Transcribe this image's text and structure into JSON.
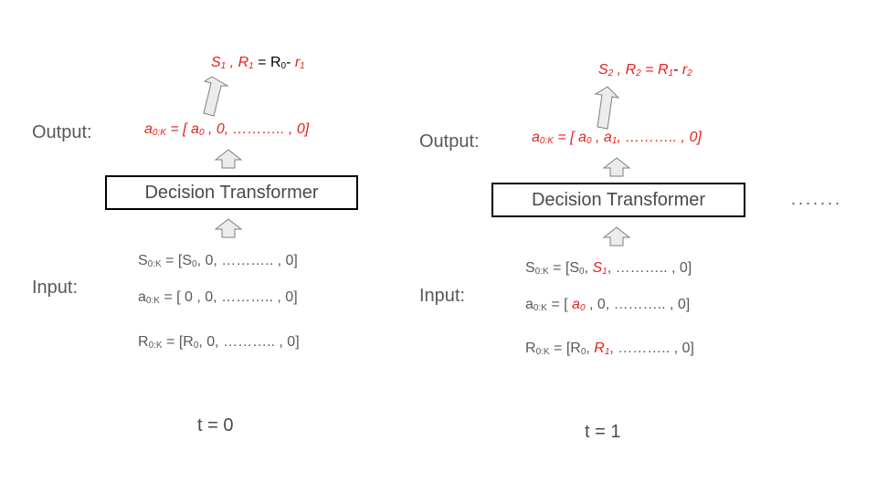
{
  "panels": [
    {
      "time_label": "t = 0",
      "output_label": "Output:",
      "input_label": "Input:",
      "box_label": "Decision Transformer",
      "top": {
        "s_main": "S",
        "s_sub": "1",
        "r_main": "R",
        "r_sub": "1",
        "eq": " = ",
        "r0_main": "R",
        "r0_sub": "0",
        "minus": "- ",
        "rr_main": "r",
        "rr_sub": "1"
      },
      "output": {
        "a_main": "a",
        "a_sub": "0:K",
        "eq": " = [ ",
        "a0_main": "a",
        "a0_sub": "0",
        "rest": " , 0, ……….. , 0]"
      },
      "inputs": {
        "s": {
          "main": "S",
          "sub": "0:K",
          "pre": " = [S",
          "pre_sub": "0",
          "mid_plain": ", 0, ",
          "rest": "……….. , 0]"
        },
        "a": {
          "main": "a",
          "sub": "0:K",
          "pre": " = [ 0 , 0, ",
          "rest": "……….. , 0]"
        },
        "r": {
          "main": "R",
          "sub": "0:K",
          "pre": " = [R",
          "pre_sub": "0",
          "mid_plain": ", 0, ",
          "rest": "……….. , 0]"
        }
      }
    },
    {
      "time_label": "t = 1",
      "output_label": "Output:",
      "input_label": "Input:",
      "box_label": "Decision Transformer",
      "top": {
        "s_main": "S",
        "s_sub": "2",
        "r_main": "R",
        "r_sub": "2",
        "eq": " = ",
        "r1_main": "R",
        "r1_sub": "1",
        "minus": "- ",
        "rr_main": "r",
        "rr_sub": "2"
      },
      "output": {
        "a_main": "a",
        "a_sub": "0:K",
        "eq": " = [ ",
        "a0_main": "a",
        "a0_sub": "0",
        "comma": " , ",
        "a1_main": "a",
        "a1_sub": "1",
        "rest": ", ……….. , 0]"
      },
      "inputs": {
        "s": {
          "main": "S",
          "sub": "0:K",
          "pre": " = [S",
          "pre_sub": "0",
          "sep": ", ",
          "red_main": "S",
          "red_sub": "1",
          "rest": ", ……….. , 0]"
        },
        "a": {
          "main": "a",
          "sub": "0:K",
          "pre": " = [ ",
          "red_main": "a",
          "red_sub": "0",
          "rest": " , 0, ……….. , 0]"
        },
        "r": {
          "main": "R",
          "sub": "0:K",
          "pre": " = [R",
          "pre_sub": "0",
          "sep": ", ",
          "red_main": "R",
          "red_sub": "1",
          "rest": ", ……….. , 0]"
        }
      }
    }
  ],
  "ellipsis": ".......",
  "colors": {
    "highlight": "#e8201a",
    "arrow_fill": "#ececec",
    "arrow_stroke": "#7f7f7f"
  }
}
